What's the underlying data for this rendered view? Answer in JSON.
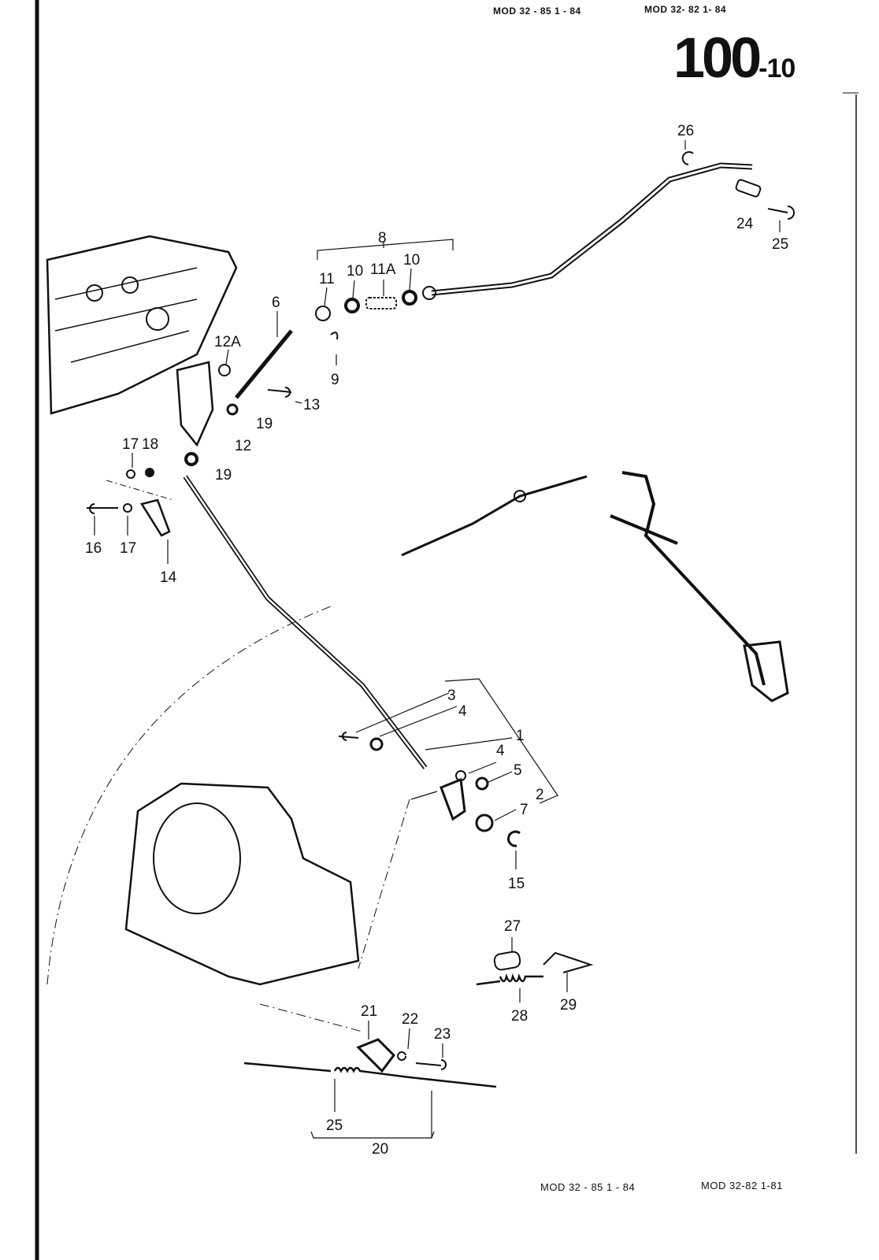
{
  "header": {
    "model_ref_1": "MOD 32 - 85   1 - 84",
    "model_ref_2": "MOD 32- 82  1- 84",
    "page_number": "100",
    "page_suffix": "-10"
  },
  "footer": {
    "model_ref_1": "MOD 32 - 85   1 - 84",
    "model_ref_2": "MOD 32-82   1-81"
  },
  "callouts": [
    "26",
    "24",
    "25",
    "8",
    "11",
    "10",
    "11A",
    "10",
    "6",
    "12A",
    "9",
    "13",
    "19",
    "12",
    "17",
    "18",
    "19",
    "16",
    "17",
    "14",
    "3",
    "4",
    "1",
    "4",
    "5",
    "2",
    "7",
    "15",
    "27",
    "28",
    "29",
    "21",
    "22",
    "23",
    "25",
    "20"
  ]
}
